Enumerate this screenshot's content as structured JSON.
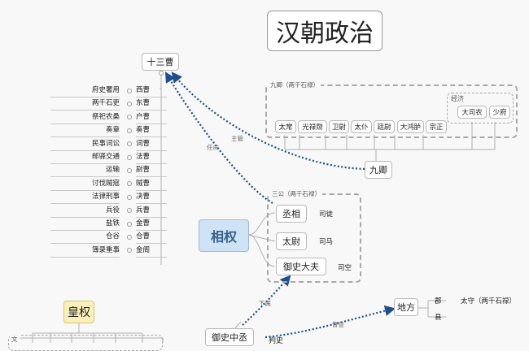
{
  "title": "汉朝政治",
  "shisancao": "十三曹",
  "nodes": {
    "xiangquan": "相权",
    "huangquan": "皇权",
    "jiuqing": "九卿",
    "difang": "地方",
    "yushizhongcheng": "御史中丞"
  },
  "jiuqing_group": {
    "label": "九卿（两千石禄）",
    "members": [
      "太常",
      "光禄勋",
      "卫尉",
      "太仆",
      "廷尉",
      "大鸿胪",
      "宗正"
    ],
    "jingji": {
      "label": "经济",
      "members": [
        "大司农",
        "少府"
      ]
    }
  },
  "sangong_group": {
    "label": "三公（两千石禄）",
    "members": [
      {
        "name": "丞相",
        "note": "司徒"
      },
      {
        "name": "太尉",
        "note": "司马"
      },
      {
        "name": "御史大夫",
        "note": "司空"
      }
    ]
  },
  "cao_list": [
    {
      "duty": "府史署用",
      "cao": "西曹"
    },
    {
      "duty": "两千石吏",
      "cao": "东曹"
    },
    {
      "duty": "祭祀农桑",
      "cao": "户曹"
    },
    {
      "duty": "奏章",
      "cao": "奏曹"
    },
    {
      "duty": "民事词讼",
      "cao": "词曹"
    },
    {
      "duty": "邮驿交通",
      "cao": "法曹"
    },
    {
      "duty": "运输",
      "cao": "尉曹"
    },
    {
      "duty": "讨伐贼寇",
      "cao": "贼曹"
    },
    {
      "duty": "法律刑事",
      "cao": "决曹"
    },
    {
      "duty": "兵役",
      "cao": "兵曹"
    },
    {
      "duty": "盐铁",
      "cao": "金曹"
    },
    {
      "duty": "仓谷",
      "cao": "仓曹"
    },
    {
      "duty": "簿录重事",
      "cao": "金阁"
    }
  ],
  "difang_children": [
    {
      "name": "郡",
      "note": "太守（两千石禄）"
    },
    {
      "name": "县",
      "note": ""
    }
  ],
  "edge_labels": {
    "zhuguan": "主管",
    "renming": "任命",
    "xiashu": "下属",
    "ducha": "督查",
    "panshi": "判史"
  },
  "cut_label": "文",
  "colors": {
    "dotted_arrow": "#1f4e8c",
    "xiangquan_fill": "#cfe3f6",
    "huangquan_fill": "#fbf0bb"
  }
}
